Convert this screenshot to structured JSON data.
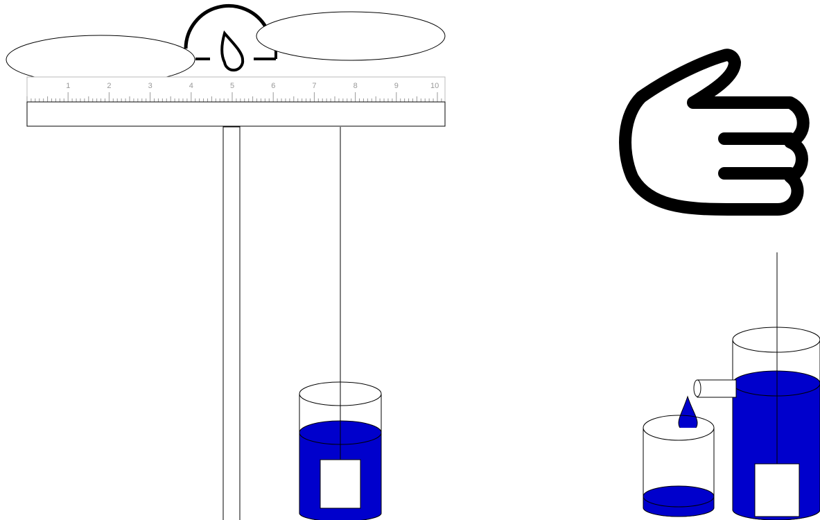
{
  "ruler": {
    "tick_labels": [
      "1",
      "2",
      "3",
      "4",
      "5",
      "6",
      "7",
      "8",
      "9",
      "10"
    ]
  },
  "icons": {
    "balance": "balance-scale-icon",
    "hand": "pointing-hand-icon",
    "water_drop": "water-drop-icon"
  },
  "colors": {
    "water": "#0000cc",
    "outline": "#000000",
    "background": "#ffffff",
    "ruler_ticks": "#999999"
  }
}
